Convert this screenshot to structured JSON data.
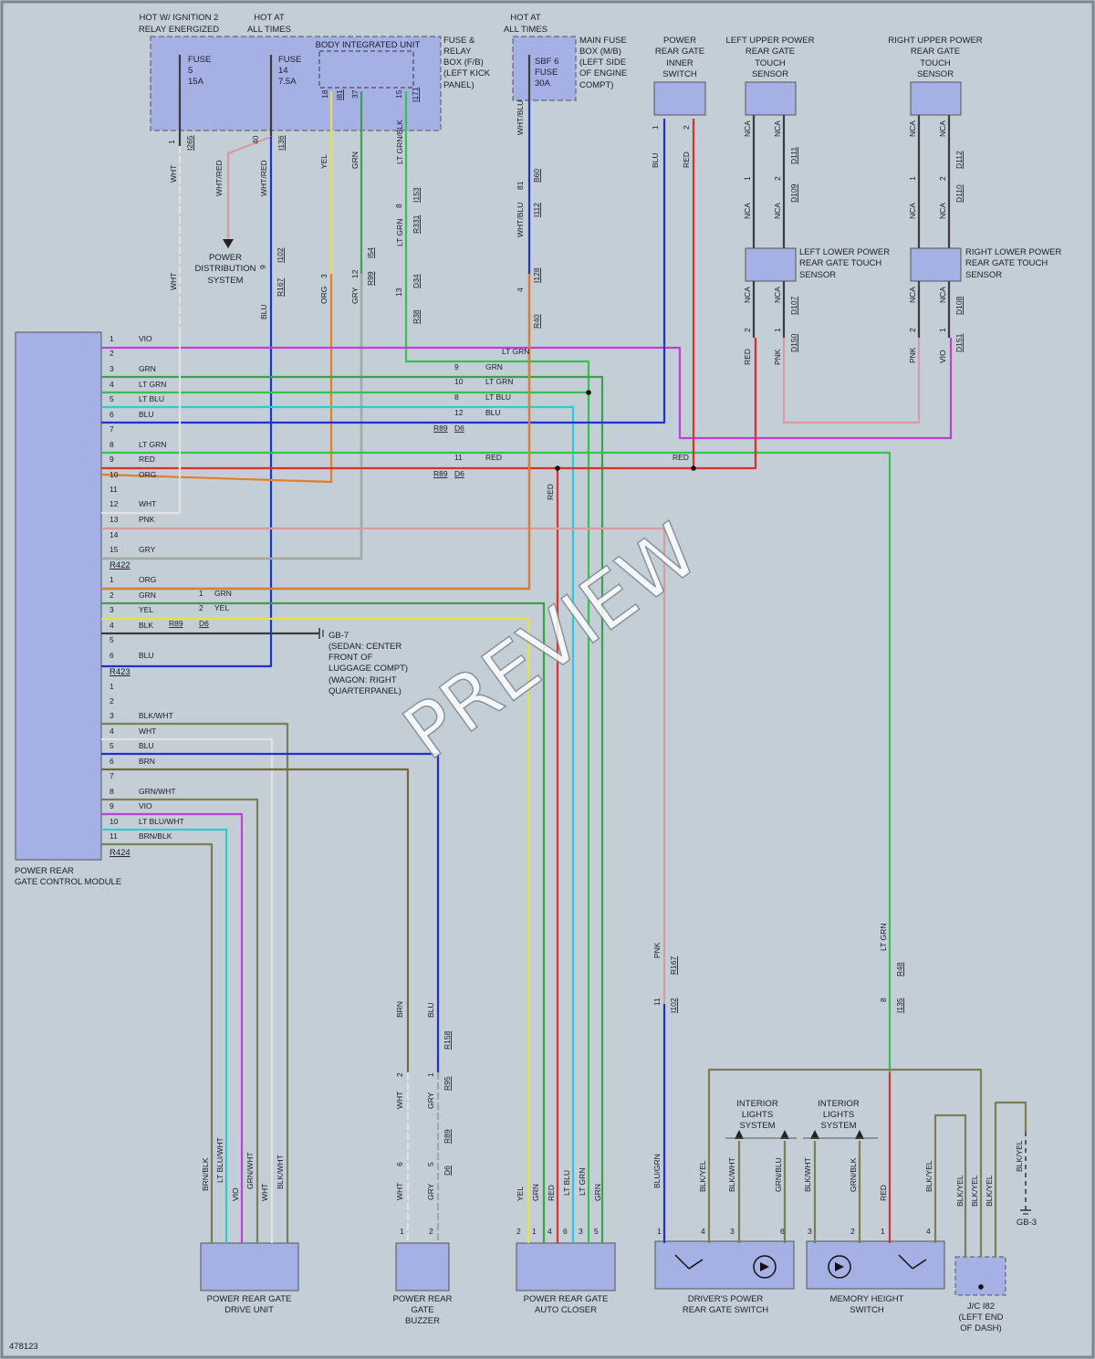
{
  "diagram_id": "478123",
  "watermark": "PREVIEW",
  "colors": {
    "VIO": "#c03fd6",
    "LTGRN": "#37c24e",
    "GRN": "#3ba046",
    "LTBLU": "#35c6d6",
    "BLU": "#2232c9",
    "RED": "#d3342c",
    "ORG": "#df7f2b",
    "WHT": "#e2e2e2",
    "PNK": "#d99aa0",
    "GRY": "#a7a7a7",
    "YEL": "#e4e14a",
    "BLK": "#3c3c3c",
    "BRN": "#7b6a30",
    "OLIVE": "#7d7d56",
    "BOX": "#a5b0e4"
  },
  "top": {
    "hot_ign": [
      "HOT W/ IGNITION 2",
      "RELAY ENERGIZED"
    ],
    "hot_all": [
      "HOT AT",
      "ALL TIMES"
    ],
    "hot_all2": [
      "HOT AT",
      "ALL TIMES"
    ],
    "biu": "BODY INTEGRATED UNIT",
    "fuse5": [
      "FUSE",
      "5",
      "15A"
    ],
    "fuse14": [
      "FUSE",
      "14",
      "7.5A"
    ],
    "fuse_box": [
      "FUSE &",
      "RELAY",
      "BOX (F/B)",
      "(LEFT KICK",
      "PANEL)"
    ],
    "sbf": [
      "SBF 6",
      "FUSE",
      "30A"
    ],
    "main_fuse": [
      "MAIN FUSE",
      "BOX (M/B)",
      "(LEFT SIDE",
      "OF ENGINE",
      "COMPT)"
    ],
    "inner_switch": [
      "POWER",
      "REAR GATE",
      "INNER",
      "SWITCH"
    ],
    "left_upper": [
      "LEFT UPPER POWER",
      "REAR GATE",
      "TOUCH",
      "SENSOR"
    ],
    "right_upper": [
      "RIGHT UPPER POWER",
      "REAR GATE",
      "TOUCH",
      "SENSOR"
    ],
    "left_lower": [
      "LEFT LOWER POWER",
      "REAR GATE TOUCH",
      "SENSOR"
    ],
    "right_lower": [
      "RIGHT LOWER POWER",
      "REAR GATE TOUCH",
      "SENSOR"
    ],
    "power_dist": [
      "POWER",
      "DISTRIBUTION",
      "SYSTEM"
    ]
  },
  "module_label": [
    "POWER REAR",
    "GATE CONTROL MODULE"
  ],
  "connectors": {
    "r422": "R422",
    "r423": "R423",
    "r424": "R424"
  },
  "r422_pins": [
    {
      "pin": "1",
      "color": "VIO"
    },
    {
      "pin": "2",
      "color": ""
    },
    {
      "pin": "3",
      "color": "GRN"
    },
    {
      "pin": "4",
      "color": "LT GRN"
    },
    {
      "pin": "5",
      "color": "LT BLU"
    },
    {
      "pin": "6",
      "color": "BLU"
    },
    {
      "pin": "7",
      "color": ""
    },
    {
      "pin": "8",
      "color": "LT GRN"
    },
    {
      "pin": "9",
      "color": "RED"
    },
    {
      "pin": "10",
      "color": "ORG"
    },
    {
      "pin": "11",
      "color": ""
    },
    {
      "pin": "12",
      "color": "WHT"
    },
    {
      "pin": "13",
      "color": "PNK"
    },
    {
      "pin": "14",
      "color": ""
    },
    {
      "pin": "15",
      "color": "GRY"
    }
  ],
  "r423_pins": [
    {
      "pin": "1",
      "color": "ORG"
    },
    {
      "pin": "2",
      "color": "GRN"
    },
    {
      "pin": "3",
      "color": "YEL"
    },
    {
      "pin": "4",
      "color": "BLK"
    },
    {
      "pin": "5",
      "color": ""
    },
    {
      "pin": "6",
      "color": "BLU"
    }
  ],
  "r424_pins": [
    {
      "pin": "1",
      "color": ""
    },
    {
      "pin": "2",
      "color": ""
    },
    {
      "pin": "3",
      "color": "BLK/WHT"
    },
    {
      "pin": "4",
      "color": "WHT"
    },
    {
      "pin": "5",
      "color": "BLU"
    },
    {
      "pin": "6",
      "color": "BRN"
    },
    {
      "pin": "7",
      "color": ""
    },
    {
      "pin": "8",
      "color": "GRN/WHT"
    },
    {
      "pin": "9",
      "color": "VIO"
    },
    {
      "pin": "10",
      "color": "LT BLU/WHT"
    },
    {
      "pin": "11",
      "color": "BRN/BLK"
    }
  ],
  "ground_gb7": [
    "GB-7",
    "(SEDAN: CENTER",
    "FRONT OF",
    "LUGGAGE COMPT)",
    "(WAGON: RIGHT",
    "QUARTERPANEL)"
  ],
  "bottom": {
    "drive_unit": [
      "POWER REAR GATE",
      "DRIVE UNIT"
    ],
    "buzzer": [
      "POWER REAR",
      "GATE",
      "BUZZER"
    ],
    "auto_closer": [
      "POWER REAR GATE",
      "AUTO CLOSER"
    ],
    "drivers_switch": [
      "DRIVER'S POWER",
      "REAR GATE SWITCH"
    ],
    "memory_switch": [
      "MEMORY HEIGHT",
      "SWITCH"
    ],
    "jc": [
      "J/C I82",
      "(LEFT END",
      "OF DASH)"
    ],
    "interior1": [
      "INTERIOR",
      "LIGHTS",
      "SYSTEM"
    ],
    "interior2": [
      "INTERIOR",
      "LIGHTS",
      "SYSTEM"
    ],
    "gb3": "GB-3"
  },
  "texts": [
    [
      "1",
      188,
      158,
      "v"
    ],
    [
      "I265",
      208,
      165,
      "vu"
    ],
    [
      "WHT",
      190,
      200,
      "v"
    ],
    [
      "WHT",
      190,
      318,
      "v"
    ],
    [
      "40",
      280,
      158,
      "v"
    ],
    [
      "I136",
      308,
      165,
      "vu"
    ],
    [
      "WHT/RED",
      240,
      215,
      "v"
    ],
    [
      "WHT/RED",
      289,
      215,
      "v"
    ],
    [
      "9",
      288,
      295,
      "v"
    ],
    [
      "I102",
      307,
      288,
      "vu"
    ],
    [
      "R167",
      307,
      325,
      "vu"
    ],
    [
      "BLU",
      289,
      350,
      "v"
    ],
    [
      "18",
      356,
      108,
      "v"
    ],
    [
      "I81",
      372,
      110,
      "vu"
    ],
    [
      "37",
      389,
      108,
      "v"
    ],
    [
      "15",
      437,
      108,
      "v"
    ],
    [
      "I171",
      455,
      112,
      "vu"
    ],
    [
      "YEL",
      355,
      185,
      "v"
    ],
    [
      "GRN",
      389,
      185,
      "v"
    ],
    [
      "LT GRN/BLK",
      438,
      180,
      "v"
    ],
    [
      "8",
      437,
      228,
      "v"
    ],
    [
      "I153",
      456,
      222,
      "vu"
    ],
    [
      "R331",
      456,
      256,
      "vu"
    ],
    [
      "LT GRN",
      438,
      270,
      "v"
    ],
    [
      "3",
      355,
      305,
      "v"
    ],
    [
      "I54",
      406,
      283,
      "vu"
    ],
    [
      "12",
      389,
      305,
      "v"
    ],
    [
      "R99",
      406,
      313,
      "vu"
    ],
    [
      "ORG",
      355,
      333,
      "v"
    ],
    [
      "GRY",
      389,
      333,
      "v"
    ],
    [
      "13",
      437,
      325,
      "v"
    ],
    [
      "D34",
      456,
      316,
      "vu"
    ],
    [
      "R38",
      456,
      355,
      "vu"
    ],
    [
      "WHT/BLU",
      570,
      148,
      "v"
    ],
    [
      "81",
      570,
      208,
      "v"
    ],
    [
      "B60",
      588,
      200,
      "vu"
    ],
    [
      "I112",
      588,
      238,
      "vu"
    ],
    [
      "WHT/BLU",
      570,
      260,
      "v"
    ],
    [
      "4",
      570,
      320,
      "v"
    ],
    [
      "I128",
      588,
      310,
      "vu"
    ],
    [
      "R40",
      588,
      360,
      "vu"
    ],
    [
      "1",
      718,
      142,
      "v"
    ],
    [
      "2",
      752,
      142,
      "v"
    ],
    [
      "BLU",
      718,
      184,
      "v"
    ],
    [
      "RED",
      752,
      184,
      "v"
    ],
    [
      "NCA",
      819,
      150,
      "v"
    ],
    [
      "NCA",
      852,
      150,
      "v"
    ],
    [
      "1",
      819,
      198,
      "v"
    ],
    [
      "2",
      852,
      198,
      "v"
    ],
    [
      "D111",
      870,
      180,
      "vu"
    ],
    [
      "D109",
      870,
      222,
      "vu"
    ],
    [
      "NCA",
      819,
      240,
      "v"
    ],
    [
      "NCA",
      852,
      240,
      "v"
    ],
    [
      "NCA",
      1000,
      150,
      "v"
    ],
    [
      "NCA",
      1033,
      150,
      "v"
    ],
    [
      "1",
      1000,
      198,
      "v"
    ],
    [
      "2",
      1033,
      198,
      "v"
    ],
    [
      "D112",
      1051,
      185,
      "vu"
    ],
    [
      "D110",
      1051,
      222,
      "vu"
    ],
    [
      "NCA",
      1000,
      240,
      "v"
    ],
    [
      "NCA",
      1033,
      240,
      "v"
    ],
    [
      "NCA",
      819,
      332,
      "v"
    ],
    [
      "NCA",
      852,
      332,
      "v"
    ],
    [
      "2",
      819,
      364,
      "v"
    ],
    [
      "1",
      852,
      364,
      "v"
    ],
    [
      "D107",
      870,
      345,
      "vu"
    ],
    [
      "D150",
      870,
      386,
      "vu"
    ],
    [
      "RED",
      819,
      400,
      "v"
    ],
    [
      "PNK",
      852,
      400,
      "v"
    ],
    [
      "NCA",
      1000,
      332,
      "v"
    ],
    [
      "NCA",
      1033,
      332,
      "v"
    ],
    [
      "2",
      1000,
      364,
      "v"
    ],
    [
      "1",
      1033,
      364,
      "v"
    ],
    [
      "D108",
      1051,
      345,
      "vu"
    ],
    [
      "D151",
      1051,
      386,
      "vu"
    ],
    [
      "PNK",
      1000,
      398,
      "v"
    ],
    [
      "VIO",
      1033,
      398,
      "v"
    ],
    [
      "LT GRN",
      550,
      388,
      "h"
    ],
    [
      "9",
      498,
      405,
      "h"
    ],
    [
      "GRN",
      532,
      405,
      "h"
    ],
    [
      "10",
      498,
      421,
      "h"
    ],
    [
      "LT GRN",
      532,
      421,
      "h"
    ],
    [
      "8",
      498,
      438,
      "h"
    ],
    [
      "LT BLU",
      532,
      438,
      "h"
    ],
    [
      "12",
      498,
      455,
      "h"
    ],
    [
      "BLU",
      532,
      455,
      "h"
    ],
    [
      "R89",
      475,
      472,
      "hu"
    ],
    [
      "D6",
      498,
      472,
      "hu"
    ],
    [
      "11",
      498,
      504,
      "h"
    ],
    [
      "RED",
      532,
      504,
      "h"
    ],
    [
      "RED",
      737,
      504,
      "h"
    ],
    [
      "R89",
      475,
      522,
      "hu"
    ],
    [
      "D6",
      498,
      522,
      "hu"
    ],
    [
      "RED",
      603,
      548,
      "v"
    ],
    [
      "1",
      218,
      653,
      "h"
    ],
    [
      "GRN",
      235,
      653,
      "h"
    ],
    [
      "2",
      218,
      669,
      "h"
    ],
    [
      "YEL",
      235,
      669,
      "h"
    ],
    [
      "R89",
      185,
      686,
      "hu"
    ],
    [
      "D6",
      218,
      686,
      "hu"
    ],
    [
      "PNK",
      720,
      1050,
      "v"
    ],
    [
      "R167",
      738,
      1068,
      "vu"
    ],
    [
      "11",
      720,
      1102,
      "v"
    ],
    [
      "I102",
      738,
      1110,
      "vu"
    ],
    [
      "BLU/GRN",
      720,
      1302,
      "v"
    ],
    [
      "LT GRN",
      968,
      1042,
      "v"
    ],
    [
      "R48",
      986,
      1070,
      "vu"
    ],
    [
      "8",
      968,
      1098,
      "v"
    ],
    [
      "I135",
      986,
      1110,
      "vu"
    ],
    [
      "BRN",
      438,
      1115,
      "v"
    ],
    [
      "BLU",
      472,
      1115,
      "v"
    ],
    [
      "R158",
      490,
      1150,
      "vu"
    ],
    [
      "2",
      438,
      1180,
      "v"
    ],
    [
      "1",
      472,
      1180,
      "v"
    ],
    [
      "R95",
      490,
      1195,
      "vu"
    ],
    [
      "WHT",
      438,
      1215,
      "v"
    ],
    [
      "GRY",
      472,
      1215,
      "v"
    ],
    [
      "R89",
      490,
      1253,
      "vu"
    ],
    [
      "6",
      438,
      1278,
      "v"
    ],
    [
      "5",
      472,
      1278,
      "v"
    ],
    [
      "D6",
      490,
      1288,
      "vu"
    ],
    [
      "WHT",
      438,
      1315,
      "v"
    ],
    [
      "GRY",
      472,
      1315,
      "v"
    ],
    [
      "BRN/BLK",
      225,
      1305,
      "v"
    ],
    [
      "LT BLU/WHT",
      241,
      1296,
      "v"
    ],
    [
      "VIO",
      258,
      1316,
      "v"
    ],
    [
      "GRN/WHT",
      274,
      1303,
      "v"
    ],
    [
      "WHT",
      290,
      1316,
      "v"
    ],
    [
      "BLK/WHT",
      307,
      1303,
      "v"
    ],
    [
      "YEL",
      570,
      1316,
      "v"
    ],
    [
      "GRN",
      587,
      1316,
      "v"
    ],
    [
      "RED",
      604,
      1316,
      "v"
    ],
    [
      "LT BLU",
      621,
      1310,
      "v"
    ],
    [
      "LT GRN",
      638,
      1310,
      "v"
    ],
    [
      "GRN",
      655,
      1316,
      "v"
    ],
    [
      "BLK/YEL",
      770,
      1306,
      "v"
    ],
    [
      "BLK/WHT",
      802,
      1306,
      "v"
    ],
    [
      "GRN/BLU",
      853,
      1306,
      "v"
    ],
    [
      "BLK/WHT",
      885,
      1306,
      "v"
    ],
    [
      "GRN/BLK",
      935,
      1306,
      "v"
    ],
    [
      "RED",
      968,
      1316,
      "v"
    ],
    [
      "BLK/YEL",
      1018,
      1306,
      "v"
    ],
    [
      "BLK/YEL",
      1052,
      1322,
      "v"
    ],
    [
      "BLK/YEL",
      1068,
      1322,
      "v"
    ],
    [
      "BLK/YEL",
      1084,
      1322,
      "v"
    ],
    [
      "BLK/YEL",
      1117,
      1284,
      "v"
    ],
    [
      "1",
      438,
      1352,
      "h"
    ],
    [
      "2",
      470,
      1352,
      "h"
    ],
    [
      "2",
      566,
      1352,
      "h"
    ],
    [
      "1",
      583,
      1352,
      "h"
    ],
    [
      "4",
      600,
      1352,
      "h"
    ],
    [
      "6",
      617,
      1352,
      "h"
    ],
    [
      "3",
      634,
      1352,
      "h"
    ],
    [
      "5",
      651,
      1352,
      "h"
    ],
    [
      "1",
      720,
      1352,
      "h"
    ],
    [
      "4",
      768,
      1352,
      "h"
    ],
    [
      "3",
      800,
      1352,
      "h"
    ],
    [
      "6",
      855,
      1352,
      "h"
    ],
    [
      "3",
      885,
      1352,
      "h"
    ],
    [
      "2",
      932,
      1352,
      "h"
    ],
    [
      "1",
      965,
      1352,
      "h"
    ],
    [
      "4",
      1015,
      1352,
      "h"
    ]
  ]
}
